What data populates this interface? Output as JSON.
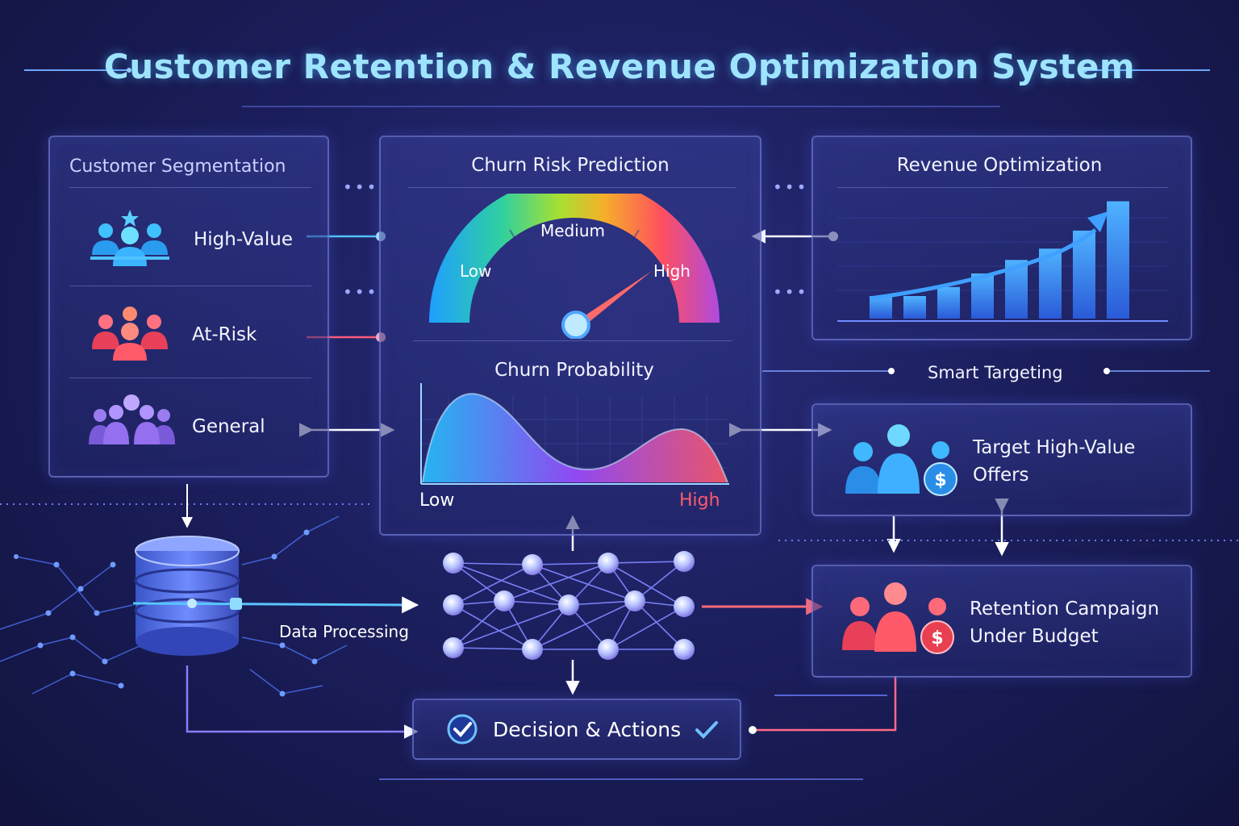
{
  "title": "Customer Retention & Revenue Optimization System",
  "segmentation": {
    "title": "Customer Segmentation",
    "items": [
      {
        "label": "High-Value",
        "color": "#35b7ff"
      },
      {
        "label": "At-Risk",
        "color": "#ff5a6e"
      },
      {
        "label": "General",
        "color": "#9a6cf0"
      }
    ]
  },
  "churn": {
    "title": "Churn Risk Prediction",
    "gauge_low": "Low",
    "gauge_medium": "Medium",
    "gauge_high": "High",
    "probability_title": "Churn Probability",
    "axis_low": "Low",
    "axis_high": "High"
  },
  "revenue": {
    "title": "Revenue Optimization",
    "bars": [
      1,
      1,
      1.4,
      2,
      2.6,
      3.1,
      3.9,
      5.2
    ]
  },
  "smart_targeting": "Smart Targeting",
  "target_offers": {
    "line1": "Target High-Value",
    "line2": "Offers"
  },
  "retention": {
    "line1": "Retention Campaign",
    "line2": "Under Budget"
  },
  "data_processing": "Data Processing",
  "decision": "Decision & Actions",
  "colors": {
    "accent": "#4fc3ff",
    "risk": "#ff4f6a",
    "purple": "#a070ff"
  }
}
